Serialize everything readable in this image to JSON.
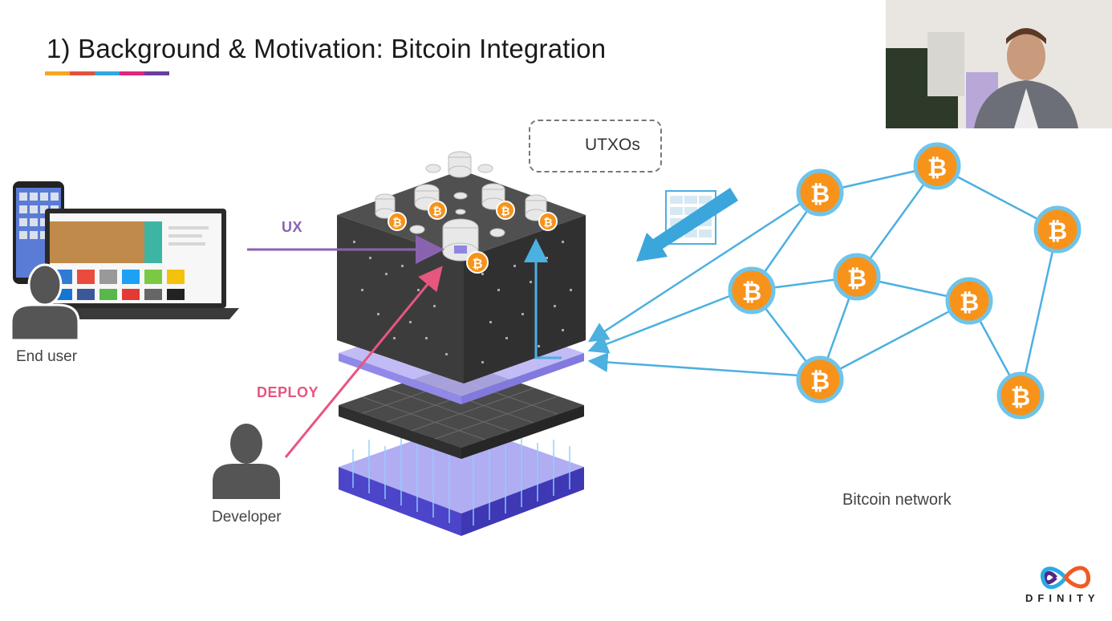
{
  "slide": {
    "title": "1) Background & Motivation: Bitcoin Integration",
    "title_bar_colors": [
      "#f5a623",
      "#e2533b",
      "#2fa9e0",
      "#e2257d",
      "#6b3fa0"
    ]
  },
  "labels": {
    "end_user": "End user",
    "developer": "Developer",
    "bitcoin_network": "Bitcoin network",
    "ux": "UX",
    "deploy": "DEPLOY",
    "utxos": "UTXOs",
    "bitcoin_symbol": "₿"
  },
  "colors": {
    "ux_arrow": "#8a63b0",
    "deploy_arrow": "#e6567f",
    "network_line": "#4cb0e0",
    "bitcoin_orange": "#f7931a",
    "block_arrow": "#3aa6dc"
  },
  "logo": {
    "name": "DFINITY",
    "colors": [
      "#29abe2",
      "#522785",
      "#ed1e79",
      "#f15a24",
      "#fbb03b"
    ]
  },
  "icons": [
    "person-icon",
    "laptop-icon",
    "phone-icon",
    "bitcoin-icon",
    "infinity-logo-icon",
    "utxo-stack-icon",
    "block-icon"
  ]
}
